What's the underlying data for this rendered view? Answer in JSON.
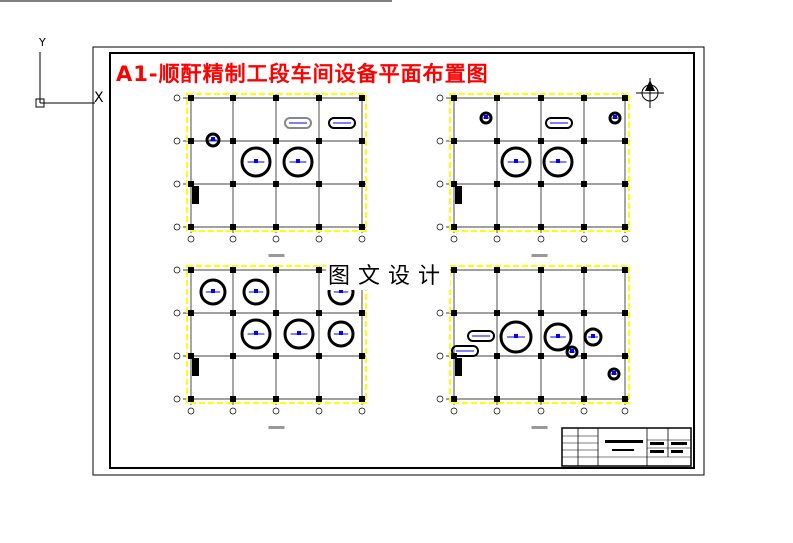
{
  "drawing": {
    "title": "A1-顺酐精制工段车间设备平面布置图",
    "watermark": "图文设计",
    "ucs": {
      "y_label": "Y",
      "x_label": "X"
    }
  },
  "colors": {
    "title": "#ff0000",
    "column": "#000000",
    "grid": "#000000",
    "wall": "#ffff00",
    "equipment_center": "#0000ff",
    "border": "#000000"
  }
}
